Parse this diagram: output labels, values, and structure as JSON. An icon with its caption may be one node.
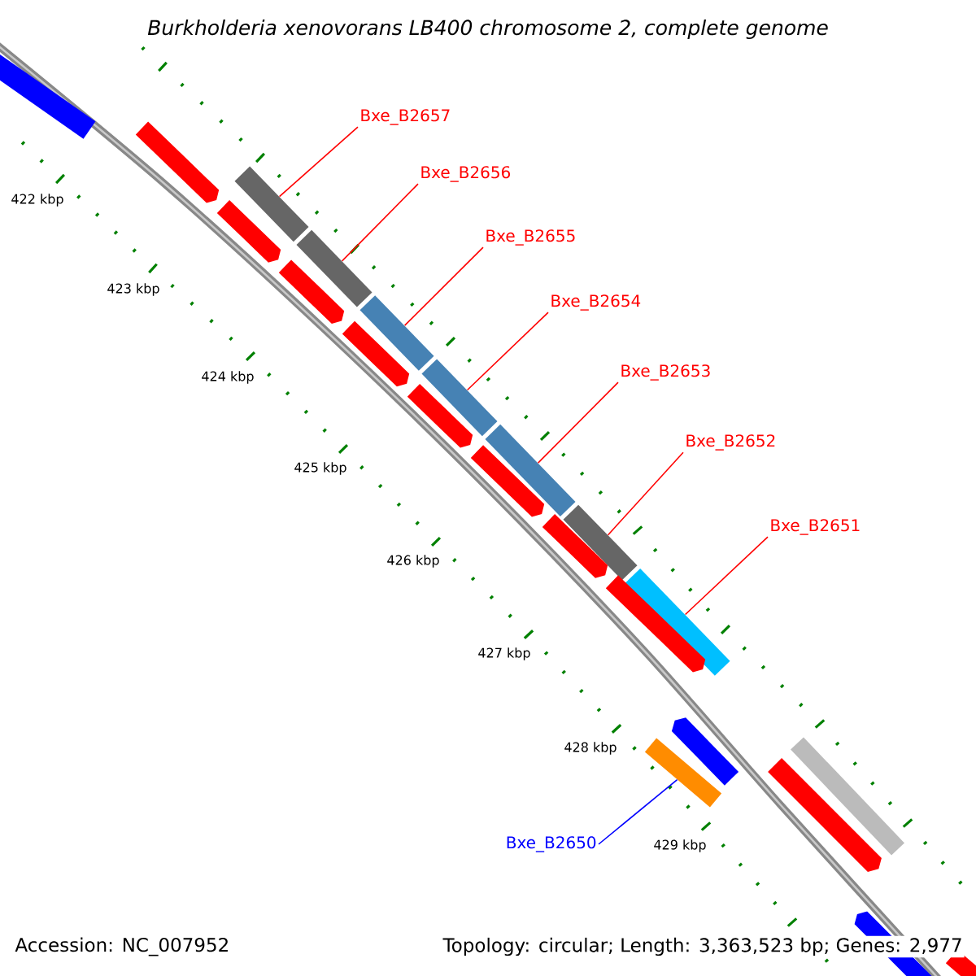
{
  "diagram": {
    "title": "Burkholderia xenovorans LB400 chromosome 2, complete genome",
    "nodes": [
      {
        "text": [
          "Bxe_B2657"
        ]
      },
      {
        "text": [
          "Bxe_B2656"
        ]
      },
      {
        "text": [
          "Bxe_B2655"
        ]
      },
      {
        "text": [
          "Bxe_B2654"
        ]
      },
      {
        "text": [
          "Bxe_B2653"
        ]
      },
      {
        "text": [
          "Bxe_B2652"
        ]
      },
      {
        "text": [
          "Bxe_B2651"
        ]
      },
      {
        "text": [
          "Bxe_B2650"
        ]
      },
      {
        "text": [],
        "shape": "bar"
      },
      {
        "text": [],
        "shape": "bar"
      },
      {
        "text": [],
        "shape": "bar"
      },
      {
        "text": [],
        "shape": "bar"
      },
      {
        "text": [],
        "shape": "bar"
      },
      {
        "text": [],
        "shape": "bar"
      },
      {
        "text": [],
        "shape": "bar"
      },
      {
        "text": [],
        "shape": "bar"
      },
      {
        "text": [],
        "shape": "bar"
      },
      {
        "text": [],
        "shape": "pentagon"
      },
      {
        "text": [],
        "shape": "pentagon"
      },
      {
        "text": [],
        "shape": "pentagon"
      },
      {
        "text": [],
        "shape": "pentagon"
      },
      {
        "text": [],
        "shape": "pentagon"
      },
      {
        "text": [],
        "shape": "pentagon"
      },
      {
        "text": [],
        "shape": "pentagon"
      },
      {
        "text": [],
        "shape": "pentagon"
      },
      {
        "text": [],
        "shape": "pentagon"
      },
      {
        "text": [],
        "shape": "pentagon"
      },
      {
        "text": [],
        "shape": "bar"
      },
      {
        "text": [],
        "shape": "pentagon"
      },
      {
        "text": [],
        "shape": "bar"
      }
    ],
    "edges": [
      {
        "from": 0,
        "to": 8,
        "arrow": "none"
      },
      {
        "from": 1,
        "to": 9,
        "arrow": "none"
      },
      {
        "from": 2,
        "to": 10,
        "arrow": "none"
      },
      {
        "from": 3,
        "to": 11,
        "arrow": "none"
      },
      {
        "from": 4,
        "to": 12,
        "arrow": "none"
      },
      {
        "from": 5,
        "to": 13,
        "arrow": "none"
      },
      {
        "from": 6,
        "to": 14,
        "arrow": "none"
      },
      {
        "from": 7,
        "to": 15,
        "arrow": "none",
        "color": "#0000ff"
      }
    ],
    "labels": [
      "422 kbp",
      "423 kbp",
      "424 kbp",
      "425 kbp",
      "426 kbp",
      "427 kbp",
      "428 kbp",
      "429 kbp",
      "Accession: NC_007952",
      "Topology: circular; Length: 3,363,523 bp; Genes: 2,977"
    ]
  }
}
